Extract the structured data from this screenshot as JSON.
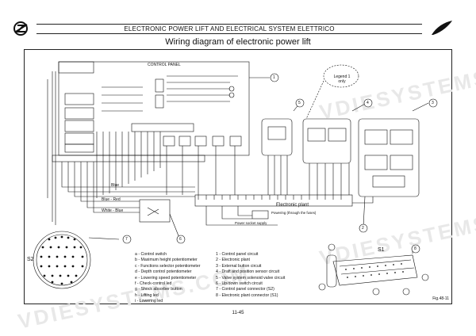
{
  "header": {
    "title": "ELECTRONIC POWER LIFT AND ELECTRICAL SYSTEM ELETTRICO",
    "logo_icon": "brand-logo-icon",
    "ink_icon": "quill-icon"
  },
  "page_title": "Wiring diagram of electronic power lift",
  "footer": {
    "page": "11-45",
    "figure": "Fig.48-11"
  },
  "diagram": {
    "control_panel_label": "CONTROL PANEL",
    "electronic_plant_label": "Electronic plant",
    "legend_callout": "Legend 1\nonly",
    "connector_s1": "S1",
    "connector_s2": "S2",
    "callouts": [
      "1",
      "2",
      "3",
      "4",
      "5",
      "6",
      "7",
      "8"
    ],
    "small_labels": {
      "blue": "Blue",
      "blue_red": "Blue - Red",
      "white_blue": "White - Blue",
      "powering": "Powering (through the fuses)",
      "power_socket": "Power socket supply"
    }
  },
  "legend_left": [
    "a - Control switch",
    "b - Maximum height potentiometer",
    "c - Functions selector potentiometer",
    "d - Depth control potentiometer",
    "e - Lowering speed potentiometer",
    "f - Check-control led",
    "g - Shock absorber button",
    "h - Lifting led",
    "i - Lowering led"
  ],
  "legend_right": [
    "1 - Control panel circuit",
    "2 - Electronic plant",
    "3 - External button circuit",
    "4 - Draft and position sensor circuit",
    "5 - Valve system solenoid valve circuit",
    "6 - Up/down switch circuit",
    "7 - Control panel connector (S2)",
    "8 - Electronic plant connector (S1)"
  ],
  "watermark": "VDIESYSTEMS.COM",
  "colors": {
    "ink": "#111111",
    "watermark": "#e6e6e6"
  }
}
